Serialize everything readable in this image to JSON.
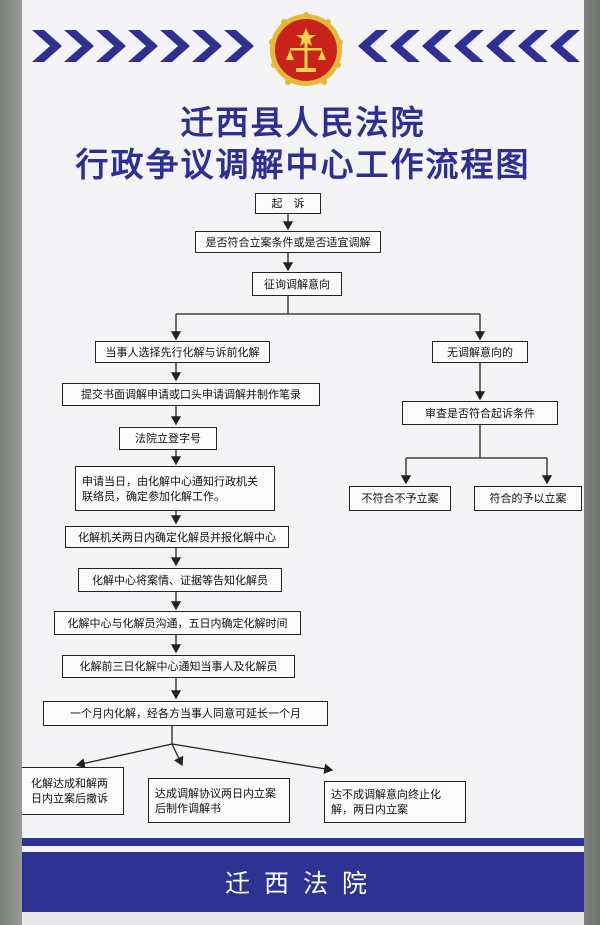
{
  "header": {
    "title_line1": "迁西县人民法院",
    "title_line2": "行政争议调解中心工作流程图",
    "emblem": "court-emblem",
    "colors": {
      "primary_blue": "#2d2f93",
      "emblem_red": "#c8221a",
      "emblem_gold": "#e4b93a"
    }
  },
  "flowchart": {
    "nodes": {
      "sue": "起　诉",
      "check_filing": "是否符合立案条件或是否适宜调解",
      "inquire": "征询调解意向",
      "choose_mediation": "当事人选择先行化解与诉前化解",
      "no_intent": "无调解意向的",
      "submit_application": "提交书面调解申请或口头申请调解并制作笔录",
      "review_conditions": "审查是否符合起诉条件",
      "register": "法院立登字号",
      "not_accepted": "不符合不予立案",
      "accepted": "符合的予以立案",
      "notify_agency": "申请当日，由化解中心通知行政机关联络员，确定参加化解工作。",
      "agency_confirm": "化解机关两日内确定化解员并报化解中心",
      "inform_mediator": "化解中心将案情、证据等告知化解员",
      "schedule": "化解中心与化解员沟通，五日内确定化解时间",
      "notify_parties": "化解前三日化解中心通知当事人及化解员",
      "one_month": "一个月内化解，经各方当事人同意可延长一个月",
      "resolved_withdraw": "化解达成和解两日内立案后撤诉",
      "agreement": "达成调解协议两日内立案后制作调解书",
      "failed": "达不成调解意向终止化解，两日内立案"
    }
  },
  "footer": {
    "label": "迁西法院"
  }
}
